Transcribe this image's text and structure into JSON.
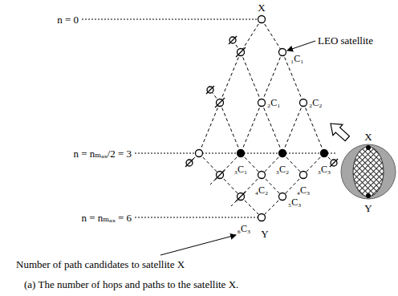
{
  "diagram": {
    "caption": "(a) The number of hops and paths to the satellite X.",
    "labels": [
      "n = 0",
      "X",
      "LEO satellite",
      "₁C₁",
      "₂C₁",
      "₂C₂",
      "n = nₘₐₓ/2 = 3",
      "₃C₁",
      "₃C₂",
      "₃C₃",
      "₄C₂",
      "₄C₃",
      "n = nₘₐₓ = 6",
      "₅C₃",
      "₆C₃",
      "Y",
      "X",
      "Y",
      "Number of path candidates to satellite X"
    ]
  }
}
